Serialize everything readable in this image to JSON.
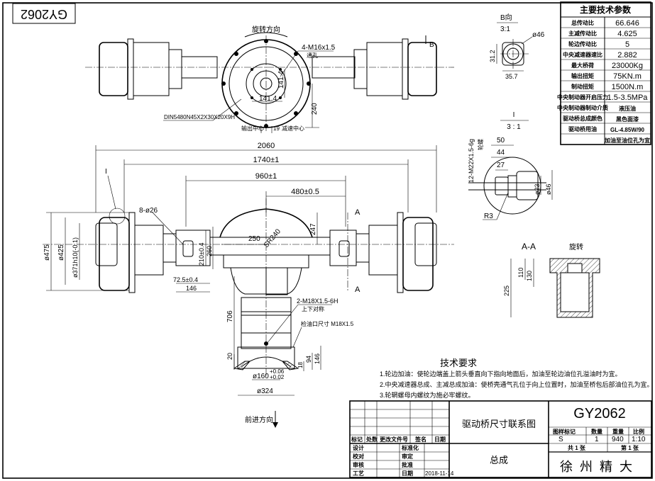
{
  "drawing_number": "GY2062",
  "params_table": {
    "title": "主要技术参数",
    "rows": [
      [
        "总传动比",
        "66.646"
      ],
      [
        "主减传动比",
        "4.625"
      ],
      [
        "轮边传动比",
        "5"
      ],
      [
        "中央减速器速比",
        "2.882"
      ],
      [
        "最大桥荷",
        "23000Kg"
      ],
      [
        "输出扭矩",
        "75KN.m"
      ],
      [
        "制动扭矩",
        "1500N.m"
      ],
      [
        "中央制动器开启压力",
        "1.5-3.5MPa"
      ],
      [
        "中央制动器制动介质",
        "液压油"
      ],
      [
        "驱动桥总成颜色",
        "黑色面漆"
      ],
      [
        "驱动桥用油",
        "GL-4.85W/90"
      ],
      [
        "",
        "加油至油位孔为宜"
      ]
    ]
  },
  "top_view": {
    "rotation_label": "旋转方向",
    "bolt_spec": "4-M16x1.5",
    "bolt_note": "通孔",
    "dim_h": "141.4",
    "dim_v": "141.4",
    "dim_240": "240",
    "spline_spec": "DIN5480N45X2X30X20X9H",
    "dim_19": "19",
    "note_left": "输出中心",
    "note_right": "减速中心",
    "view_b": "B"
  },
  "front_view": {
    "dim_2060": "2060",
    "dim_1740": "1740±1",
    "dim_960": "960±1",
    "dim_480": "480±0.5",
    "holes": "8-ø26",
    "dia_475": "ø475",
    "dia_425": "ø425",
    "dia_371": "ø371h10(-0.1)",
    "dim_210": "210±0.4",
    "dim_260": "260",
    "dim_72": "72.5±0.4",
    "dim_146": "146",
    "dim_250": "250",
    "sr_240": "SR240",
    "dim_247": "247",
    "section_a": "A",
    "detail_i": "I"
  },
  "lower_view": {
    "dim_706": "706",
    "thread_spec": "2-M18X1.5-6H",
    "thread_note": "上下对称",
    "oil_check": "检油口尺寸 M18X1.5",
    "dim_20": "20",
    "dim_146": "146",
    "dim_94": "94",
    "dim_18": "18",
    "dia_160": "ø160",
    "tol_upper": "+0.06",
    "tol_lower": "+0.02",
    "dia_324": "ø324",
    "forward": "前进方向"
  },
  "view_b": {
    "title": "B向",
    "scale": "3:1",
    "dia_46": "ø46",
    "dim_31": "31.2",
    "dim_35": "35.7"
  },
  "detail_i": {
    "title": "I",
    "scale": "3 : 1",
    "dim_50": "50",
    "dim_44": "44",
    "dim_27": "27",
    "dia_23": "ø23",
    "dia_46": "ø46",
    "radius": "R3",
    "thread": "12-M22X1.5-6g",
    "thread_note": "轮螺"
  },
  "section_aa": {
    "title": "A-A",
    "note": "旋转",
    "dim_130": "130",
    "dim_110": "110",
    "dim_225": "225"
  },
  "tech_requirements": {
    "title": "技术要求",
    "items": [
      "1.轮边加油：使轮边端盖上箭头垂直向下指向地面后，加油至轮边油位孔溢油时为宜。",
      "2.中央减速器总成、主减总成加油：使桥壳通气孔位于向上位置时，加油至桥包后部油位孔为宜。",
      "3.轮辋螺母内螺纹为施必牢螺纹。"
    ]
  },
  "title_block": {
    "rev_headers": [
      "标记",
      "处数",
      "更改文件号",
      "签名",
      "日期"
    ],
    "roles_left": [
      "设计",
      "校对",
      "审核",
      "工艺"
    ],
    "roles_right": [
      "标准化",
      "审定",
      "批准",
      "日期"
    ],
    "date": "2018-11-14",
    "drawing_title": "驱动桥尺寸联系图",
    "assembly": "总成",
    "code": "GY2062",
    "info_headers": [
      "图样标记",
      "数量",
      "重量",
      "比例"
    ],
    "info_values": [
      "S",
      "1",
      "940",
      "1:10"
    ],
    "sheets_total": "共 1 张",
    "sheet_no": "第 1 张",
    "company": "徐州精大"
  }
}
